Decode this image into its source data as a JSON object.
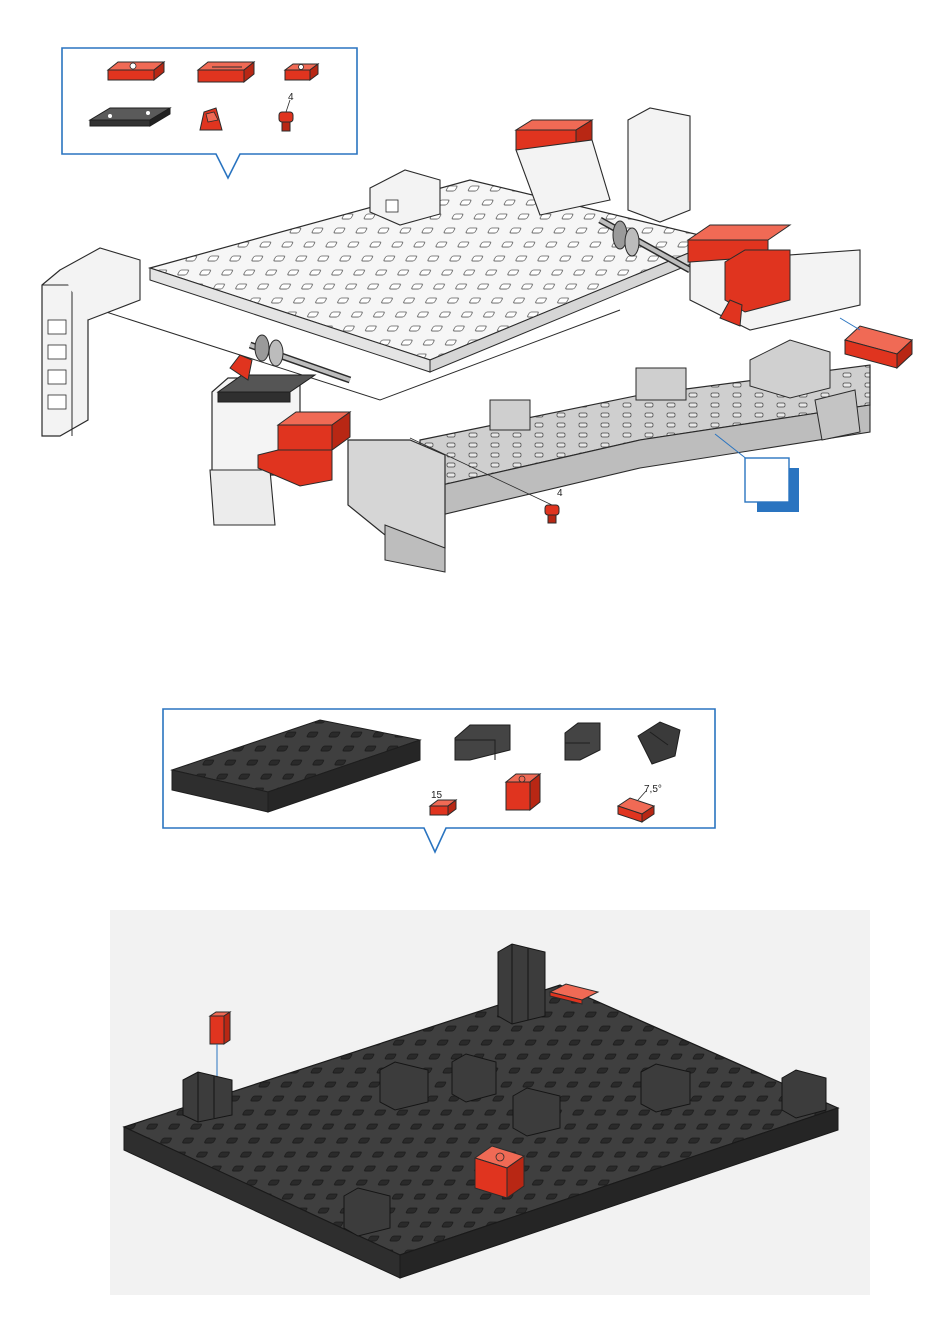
{
  "step1": {
    "parts_box": {
      "qty_label": "4"
    },
    "callout_qty_label": "4"
  },
  "step2": {
    "parts_box": {
      "length_label": "15",
      "angle_label": "7,5°"
    }
  },
  "colors": {
    "frame_blue": "#2a74c0",
    "accent_red": "#e0341f",
    "dark_part": "#3d3d3d",
    "light_part": "#f4f4f4",
    "gray_part": "#c8c8c8",
    "outline": "#2b2b2b"
  },
  "icons": [
    "red-building-block-icon",
    "black-base-plate-icon",
    "angle-block-icon",
    "spring-cam-icon",
    "building-block-15-icon",
    "angle-block-7-5-icon"
  ]
}
